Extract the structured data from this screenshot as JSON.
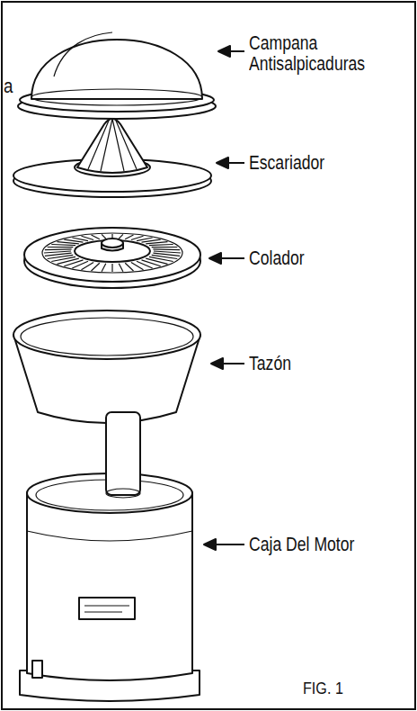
{
  "diagram": {
    "labels": [
      "a",
      "Campana Antisalpicaduras",
      "Escariador",
      "Colador",
      "Tazón",
      "Caja Del Motor",
      "FIG. 1"
    ]
  }
}
